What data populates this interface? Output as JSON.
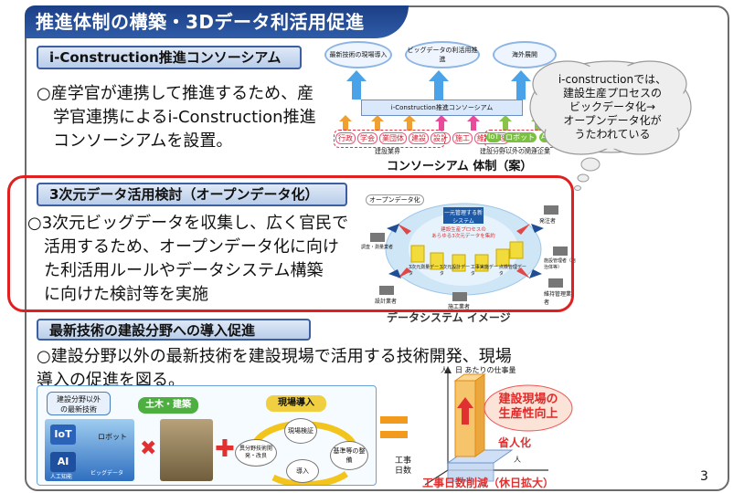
{
  "title": "推進体制の構築・3Dデータ利活用促進",
  "page_number": "3",
  "section1": {
    "header": "i-Construction推進コンソーシアム",
    "text": [
      "○産学官が連携して推進するため、産",
      "学官連携によるi-Construction推進",
      "コンソーシアムを設置。"
    ],
    "diagram": {
      "top_nodes": [
        "最新技術の現場導入",
        "ビッグデータの利活用推進",
        "海外展開"
      ],
      "center": "i-Construction推進コンソーシアム",
      "members": [
        "行政",
        "学会",
        "業団体",
        "建設",
        "設計",
        "施工",
        "維持管理",
        "IoT",
        "ロボット",
        "AI"
      ],
      "left_label": "建設業界",
      "right_label": "建設分野以外の関連企業",
      "caption": "コンソーシアム 体制（案）"
    }
  },
  "cloud": {
    "text": [
      "i-constructionでは、",
      "建設生産プロセスの",
      "ビックデータ化→",
      "オープンデータ化が",
      "うたわれている"
    ]
  },
  "section2": {
    "header": "3次元データ活用検討（オープンデータ化）",
    "text": [
      "○3次元ビッグデータを収集し、広く官民で",
      "活用するため、オープンデータ化に向け",
      "た利活用ルールやデータシステム構築",
      "に向けた検討等を実施"
    ],
    "diagram": {
      "left_top": "オープンデータ化",
      "center_top": "一元管理する新システム",
      "center_red": [
        "建設生産プロセスの",
        "あらゆる3次元データを集約"
      ],
      "cyl_labels": [
        "3次元測量データ",
        "3次元設計データ",
        "工事実施データ",
        "点検管理データ"
      ],
      "nodes": [
        "発注者",
        "施設管理者（自治体等）",
        "維持管理業者",
        "施工業者",
        "設計業者",
        "調査・測量業者"
      ],
      "caption": "データシステム イメージ"
    }
  },
  "section3": {
    "header": "最新技術の建設分野への導入促進",
    "text": [
      "○建設分野以外の最新技術を建設現場で活用する技術開発、現場",
      "導入の促進を図る。"
    ],
    "box1_label": [
      "建設分野以外",
      "の最新技術"
    ],
    "iot": "IoT",
    "robot": "ロボット",
    "ai": "AI",
    "ai_sub": "人工知能",
    "bigdata": "ビッグデータ",
    "box2_label": "土木・建築",
    "box3_label": "現場導入",
    "cycle": [
      "現場検証",
      "基準等の整備",
      "導入",
      "異分野技術開発・改良"
    ],
    "chart_label_y": "人、日 あたりの仕事量",
    "chart_label_x": [
      "工事",
      "日数"
    ],
    "chart_axis_person": "人",
    "productivity": [
      "建設現場の",
      "生産性向上"
    ],
    "saving": "省人化",
    "reduction": "工事日数削減（休日拡大）"
  },
  "colors": {
    "title_bg": "#1f4690",
    "red_frame": "#e02020",
    "orange": "#f19a1e",
    "accent_blue": "#3b5fa0"
  }
}
